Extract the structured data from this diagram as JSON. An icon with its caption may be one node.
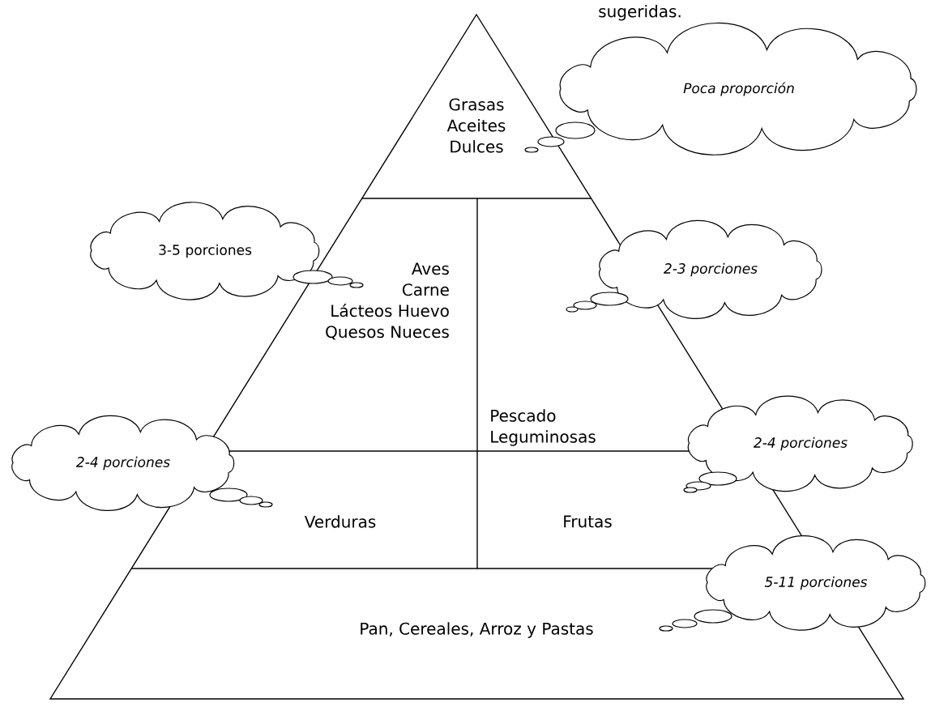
{
  "diagram": {
    "nodes": [
      {
        "text": [
          "Grasas",
          "Aceites",
          "Dulces"
        ]
      },
      {
        "text": [
          "Aves",
          "Carne",
          "Lácteos Huevo",
          "Quesos Nueces"
        ]
      },
      {
        "text": [
          "Pescado",
          "Leguminosas"
        ]
      },
      {
        "text": [
          "Verduras"
        ]
      },
      {
        "text": [
          "Frutas"
        ]
      },
      {
        "text": [
          "Pan, Cereales, Arroz y Pastas"
        ]
      },
      {
        "text": [
          "Poca proporción"
        ]
      },
      {
        "text": [
          "3-5 porciones"
        ]
      },
      {
        "text": [
          "2-3 porciones"
        ]
      },
      {
        "text": [
          "2-4 porciones"
        ]
      },
      {
        "text": [
          "2-4 porciones"
        ]
      },
      {
        "text": [
          "5-11 porciones"
        ]
      }
    ],
    "labels": [
      "sugeridas."
    ]
  }
}
